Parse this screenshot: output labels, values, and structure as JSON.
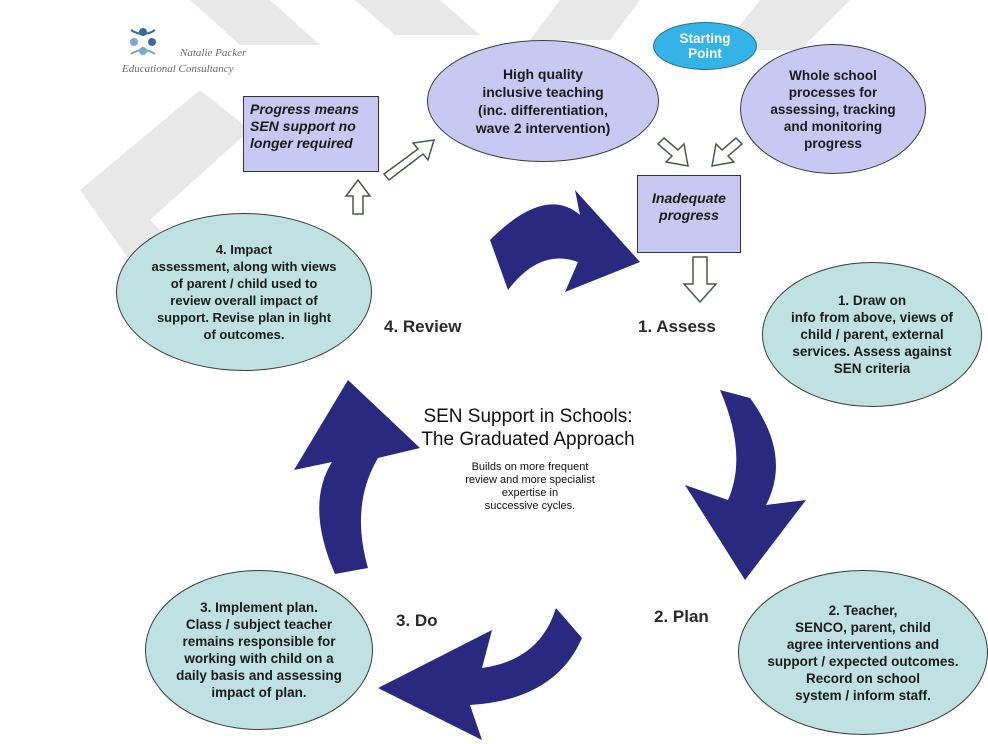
{
  "logo": {
    "line1": "Natalie Packer",
    "line2": "Educational Consultancy"
  },
  "starting_point": "Starting\nPoint",
  "high_quality": "High quality\ninclusive teaching\n(inc. differentiation,\nwave 2 intervention)",
  "whole_school": "Whole school\nprocesses for\nassessing, tracking\nand monitoring\nprogress",
  "progress_means": "Progress means\nSEN support no\nlonger required",
  "inadequate": "Inadequate\nprogress",
  "stages": {
    "assess": "1. Assess",
    "plan": "2. Plan",
    "do": "3. Do",
    "review": "4. Review"
  },
  "boxes": {
    "assess": "1.  Draw on\ninfo from above, views of\nchild / parent, external\nservices. Assess against\nSEN criteria",
    "plan": "2. Teacher,\nSENCO, parent, child\nagree interventions and\nsupport / expected outcomes.\nRecord on school\nsystem / inform staff.",
    "do": "3.  Implement plan.\nClass / subject teacher\nremains responsible for\nworking with child on a\ndaily basis and assessing\nimpact of plan.",
    "review": "4. Impact\nassessment, along with views\nof parent / child used to\nreview overall impact of\nsupport. Revise plan in light\nof outcomes."
  },
  "center": {
    "title": "SEN Support in Schools:\nThe Graduated Approach",
    "subtitle": "Builds on more frequent\nreview  and more specialist\nexpertise  in\nsuccessive cycles."
  },
  "colors": {
    "arrow": "#28297f",
    "teal": "#bfe1e2",
    "lavender": "#c9c8f2",
    "starting": "#33b3e6",
    "watermark": "#e6e6e6",
    "logo": "#3a6a9a"
  }
}
